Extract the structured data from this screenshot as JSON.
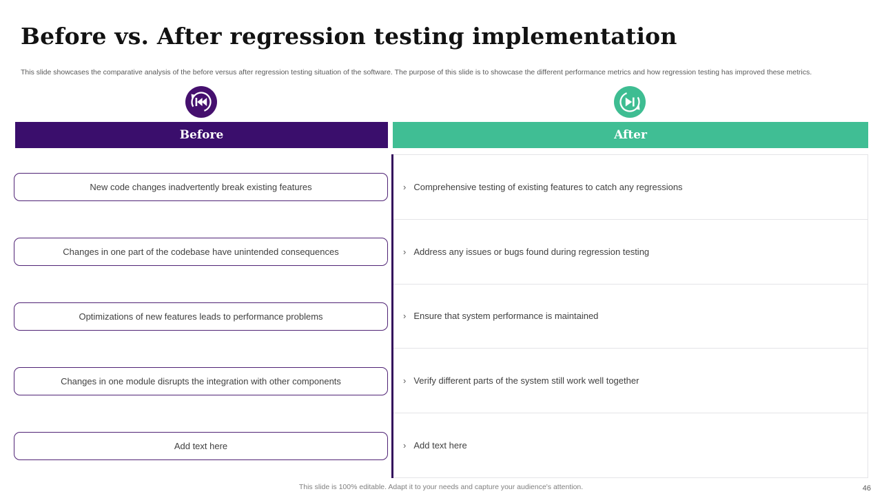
{
  "slide": {
    "title": "Before vs. After regression testing implementation",
    "subtitle": "This slide showcases the comparative analysis of the before versus after regression testing situation of the software. The purpose of this slide is to showcase the different performance metrics and how regression testing has improved these metrics.",
    "footer": "This slide is 100% editable. Adapt it to your needs and capture your audience's attention.",
    "page_number": "46"
  },
  "colors": {
    "purple_header": "#3A0E6C",
    "purple_icon": "#45106E",
    "purple_divider": "#330A5C",
    "purple_box_border": "#4E2174",
    "green_header": "#40BE94",
    "green_icon": "#3EBD92",
    "body_text": "#404040",
    "muted_text": "#7f7f7f",
    "row_border": "#E4E4E7"
  },
  "before": {
    "label": "Before",
    "icon": "rewind-circle-icon",
    "items": [
      "New code changes inadvertently break existing features",
      "Changes in one part of the codebase have unintended consequences",
      "Optimizations of new features leads to performance problems",
      "Changes in one module disrupts the integration with other components",
      "Add text here"
    ]
  },
  "after": {
    "label": "After",
    "icon": "skip-forward-circle-icon",
    "bullet": "›",
    "items": [
      "Comprehensive testing of existing features to catch any regressions",
      "Address any issues or bugs found during regression testing",
      "Ensure that system performance is maintained",
      "Verify different parts of the system still work well together",
      "Add text here"
    ]
  }
}
